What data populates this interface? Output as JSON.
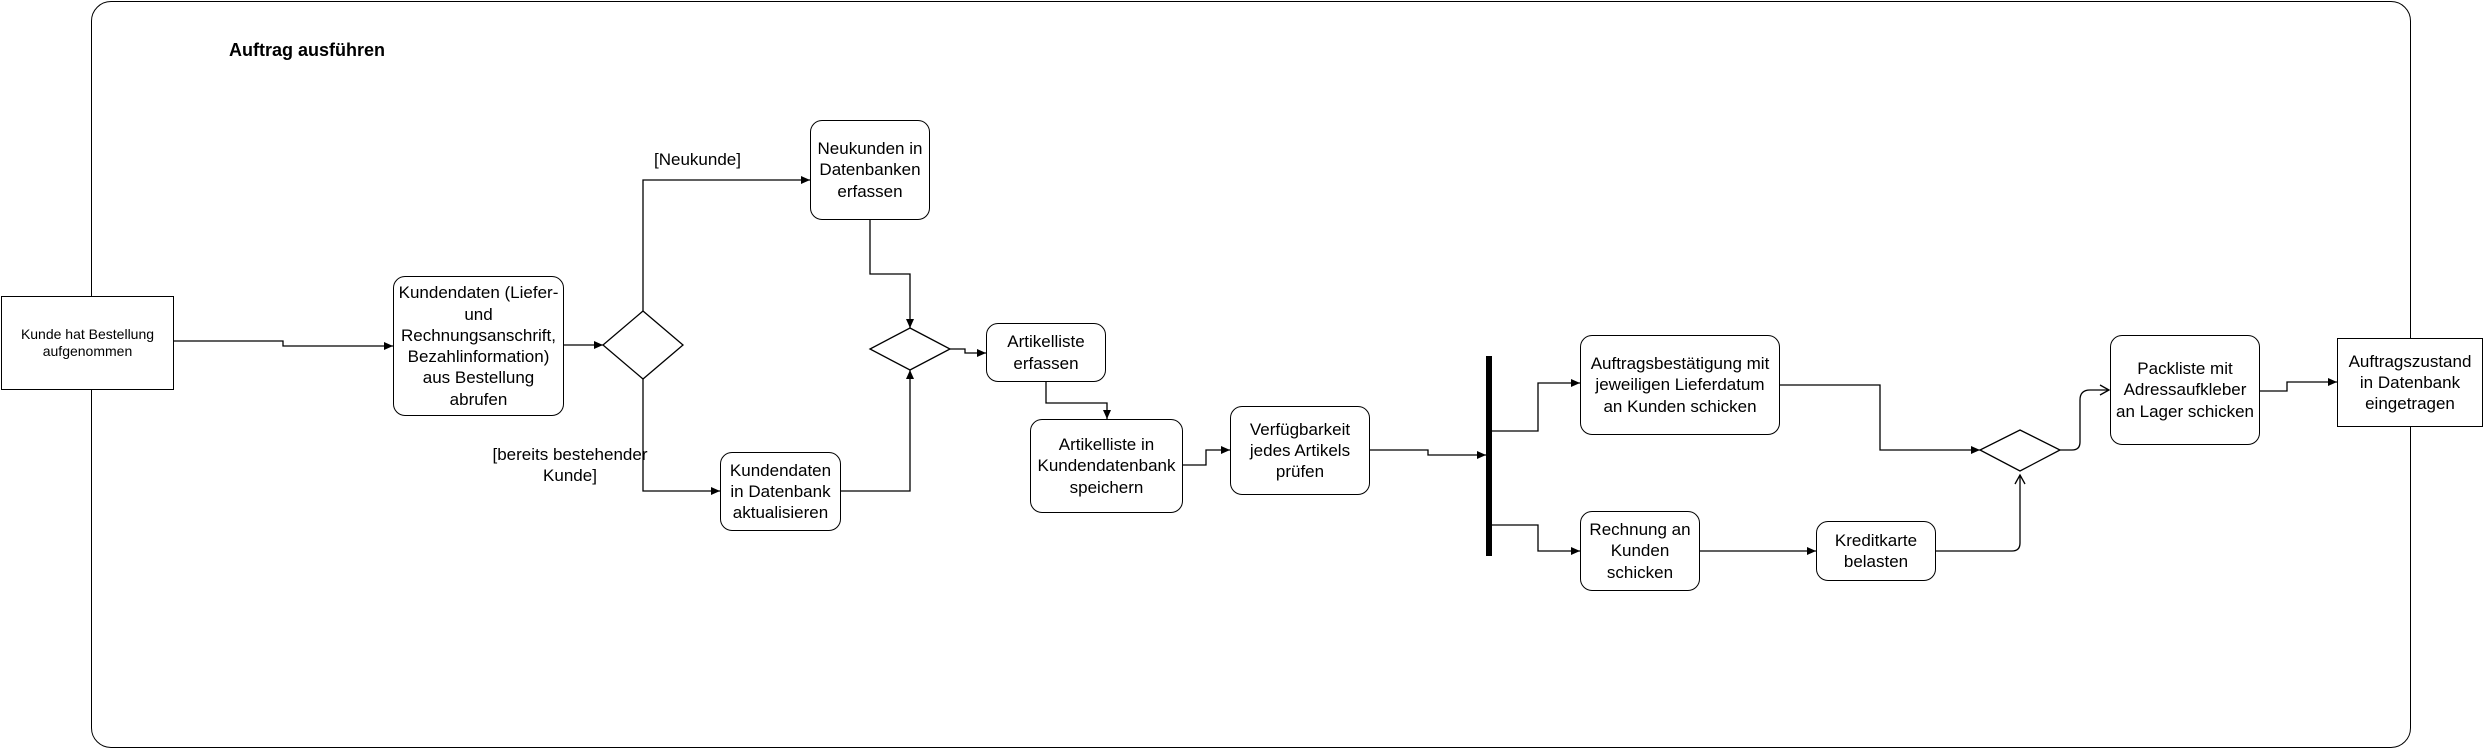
{
  "diagram": {
    "title": "Auftrag ausführen",
    "nodes": {
      "start": "Kunde hat Bestellung aufgenommen",
      "kundendaten_abrufen": "Kundendaten (Liefer- und Rechnungsanschrift, Bezahlinformation) aus Bestellung abrufen",
      "neukunden_erfassen": "Neukunden in Datenbanken erfassen",
      "kundendaten_aktualisieren": "Kundendaten in Datenbank aktualisieren",
      "artikelliste_erfassen": "Artikelliste erfassen",
      "artikelliste_speichern": "Artikelliste in Kundendatenbank speichern",
      "verfuegbarkeit_pruefen": "Verfügbarkeit jedes Artikels prüfen",
      "auftragsbestaetigung": "Auftragsbestätigung mit jeweiligen Lieferdatum an Kunden schicken",
      "rechnung_schicken": "Rechnung an Kunden schicken",
      "kreditkarte_belasten": "Kreditkarte belasten",
      "packliste": "Packliste mit Adressaufkleber an Lager schicken",
      "end": "Auftragszustand in Datenbank eingetragen"
    },
    "guards": {
      "neukunde": "[Neukunde]",
      "bestehender_kunde": "[bereits bestehender Kunde]"
    }
  }
}
